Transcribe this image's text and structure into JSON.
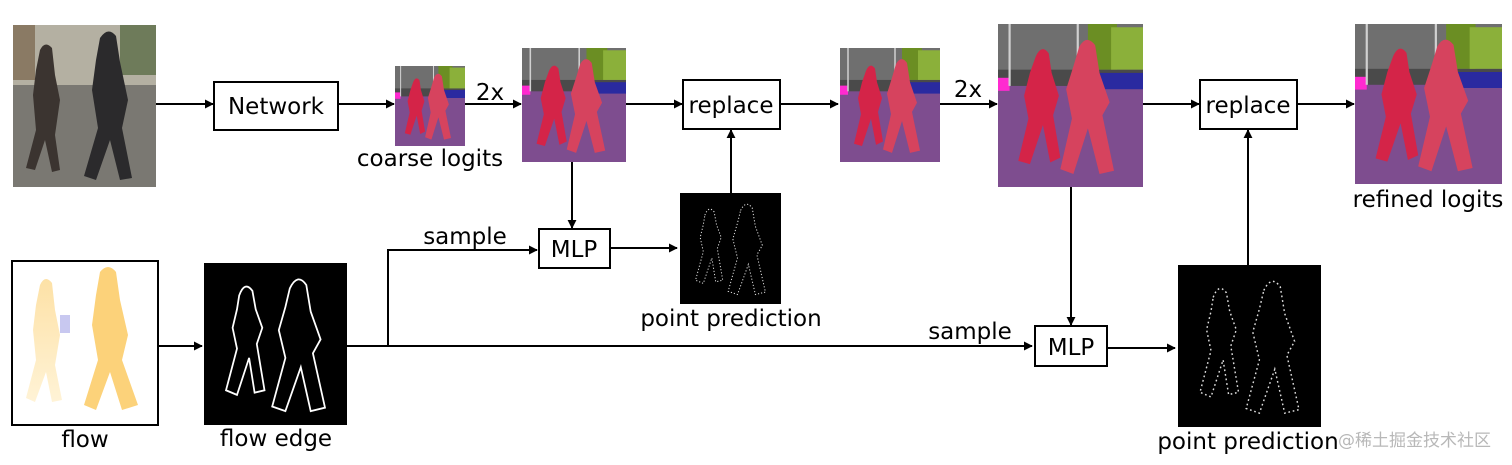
{
  "boxes": {
    "network": "Network",
    "replace_1": "replace",
    "replace_2": "replace",
    "mlp_1": "MLP",
    "mlp_2": "MLP"
  },
  "labels": {
    "upsample_1": "2x",
    "upsample_2": "2x",
    "sample_1": "sample",
    "sample_2": "sample"
  },
  "captions": {
    "coarse_logits": "coarse logits",
    "refined_logits": "refined logits",
    "point_prediction_1": "point prediction",
    "point_prediction_2": "point prediction",
    "flow": "flow",
    "flow_edge": "flow edge"
  },
  "watermark": "@稀土掘金技术社区",
  "colors": {
    "seg_purple": "#7e4d8f",
    "seg_person_dark": "#d42448",
    "seg_person": "#d6435e",
    "seg_sky": "#4a4a4a",
    "seg_tree": "#6b8e23",
    "flow_body": "#fcd27a",
    "edge_line": "#ffffff"
  }
}
